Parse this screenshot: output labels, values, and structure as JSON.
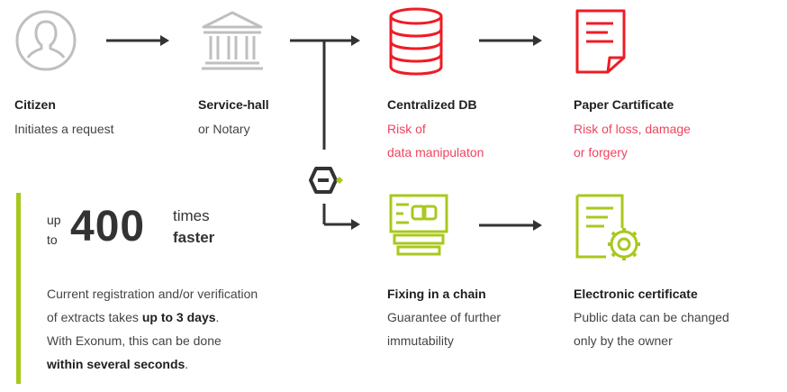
{
  "colors": {
    "red": "#ee1c25",
    "lime": "#a8c81e",
    "gray": "#bfbfbf",
    "text_red": "#f0445e",
    "dark": "#333333"
  },
  "icons": [
    "user-icon",
    "building-icon",
    "database-icon",
    "paper-certificate-icon",
    "exonum-logo-icon",
    "chain-block-icon",
    "electronic-certificate-icon"
  ],
  "citizen": {
    "title": "Citizen",
    "line1": "Initiates a request"
  },
  "service_hall": {
    "title": "Service-hall",
    "line1": "or Notary"
  },
  "centralized_db": {
    "title": "Centralized DB",
    "line1": "Risk of",
    "line2": "data manipulaton"
  },
  "paper_certificate": {
    "title": "Paper Cartificate",
    "line1": "Risk of loss, damage",
    "line2": "or forgery"
  },
  "fixing_chain": {
    "title": "Fixing in a chain",
    "line1": "Guarantee of further",
    "line2": "immutability"
  },
  "electronic_certificate": {
    "title": "Electronic certificate",
    "line1": "Public data can be changed",
    "line2": "only by the owner"
  },
  "speed": {
    "up": "up",
    "to": "to",
    "number": "400",
    "times": "times",
    "faster": "faster",
    "p1_a": "Current registration and/or verification",
    "p1_b": "of extracts takes ",
    "p1_bold": "up to 3 days",
    "p1_end": ".",
    "p2_a": "With Exonum, this can be done",
    "p2_bold": "within several seconds",
    "p2_end": "."
  }
}
